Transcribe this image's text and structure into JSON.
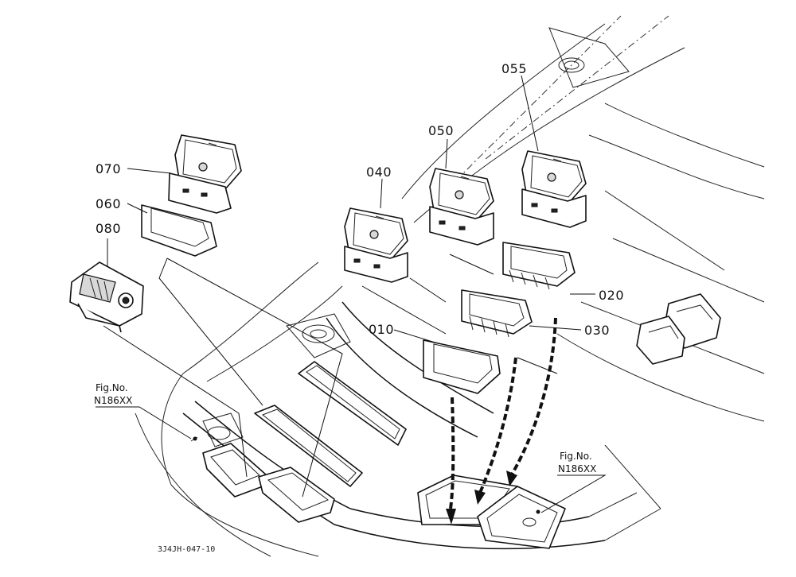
{
  "callouts": {
    "p010": "010",
    "p020": "020",
    "p030": "030",
    "p040": "040",
    "p050": "050",
    "p055": "055",
    "p060": "060",
    "p070": "070",
    "p080": "080"
  },
  "fig_refs": {
    "left": {
      "prefix": "Fig.No.",
      "code": "N186XX"
    },
    "right": {
      "prefix": "Fig.No.",
      "code": "N186XX"
    }
  },
  "drawing_code": "3J4JH-047-10"
}
